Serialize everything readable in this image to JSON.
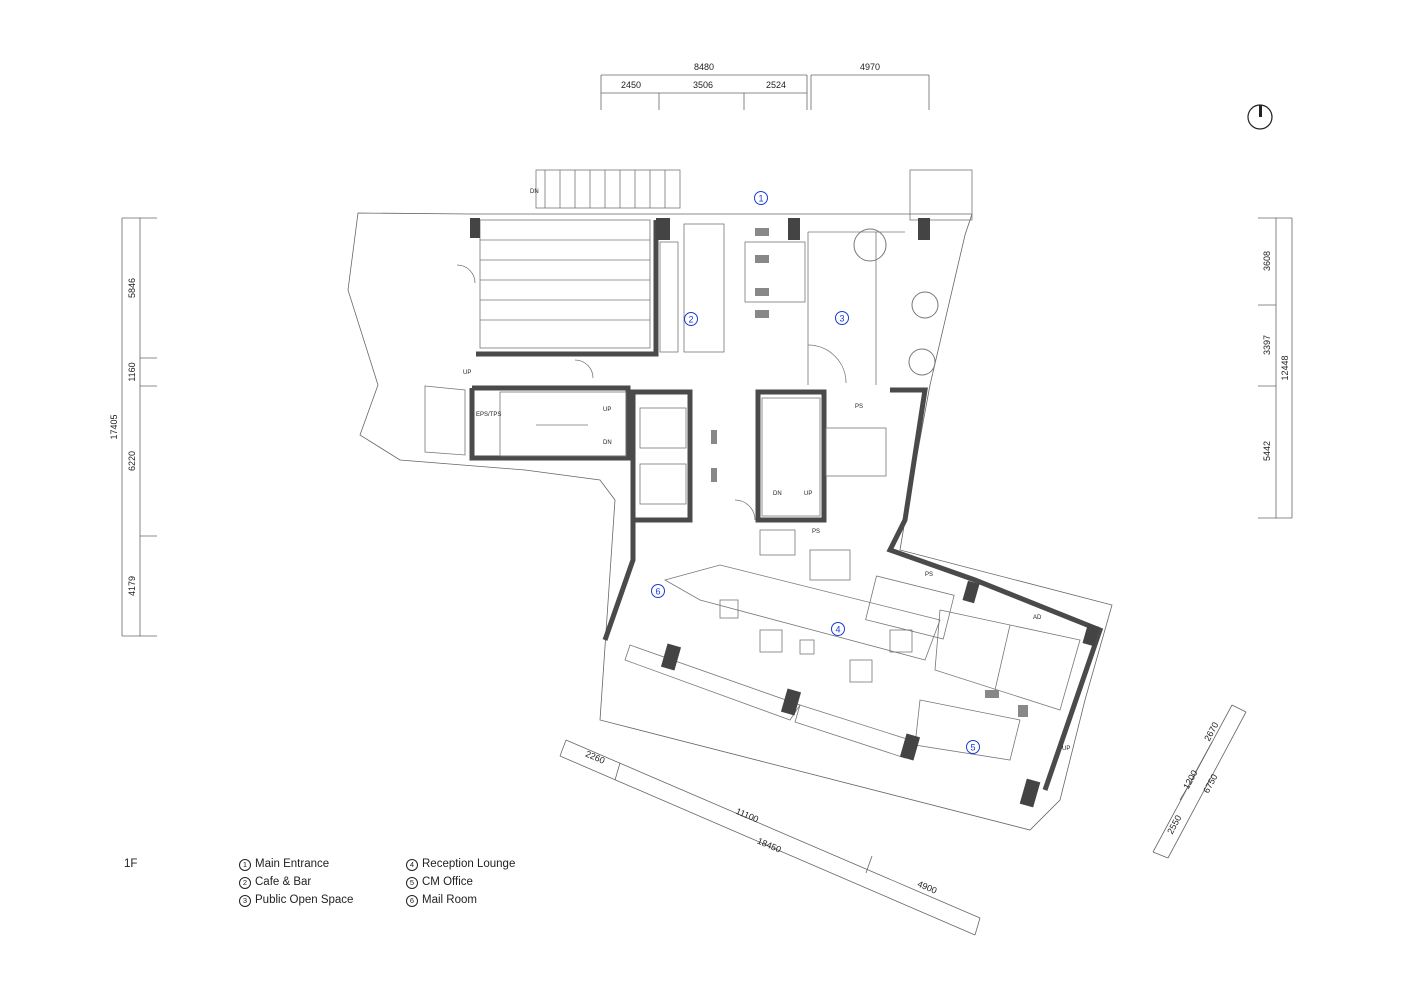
{
  "floor": "1F",
  "rooms": [
    {
      "num": "1",
      "name": "Main Entrance"
    },
    {
      "num": "2",
      "name": "Cafe & Bar"
    },
    {
      "num": "3",
      "name": "Public Open Space"
    },
    {
      "num": "4",
      "name": "Reception Lounge"
    },
    {
      "num": "5",
      "name": "CM Office"
    },
    {
      "num": "6",
      "name": "Mail Room"
    }
  ],
  "dimensions": {
    "top_total": "8480",
    "top_a": "2450",
    "top_b": "3506",
    "top_c": "2524",
    "top_right": "4970",
    "left_total": "17405",
    "left_a": "5846",
    "left_b": "1160",
    "left_c": "6220",
    "left_d": "4179",
    "right_a": "3608",
    "right_b": "3397",
    "right_c": "5442",
    "right_total": "12448",
    "bottom_a": "2260",
    "bottom_b": "11100",
    "bottom_total": "18450",
    "bottom_c": "4900",
    "br_a": "2670",
    "br_b": "1200",
    "br_c": "2550",
    "br_total": "6750"
  },
  "tags": {
    "dn": "DN",
    "up": "UP",
    "eps": "EPS/TPS",
    "ps": "PS",
    "ad": "AD"
  },
  "colors": {
    "room_marker": "#1a3ad6",
    "wall": "#4a4a4a",
    "line": "#555555"
  }
}
